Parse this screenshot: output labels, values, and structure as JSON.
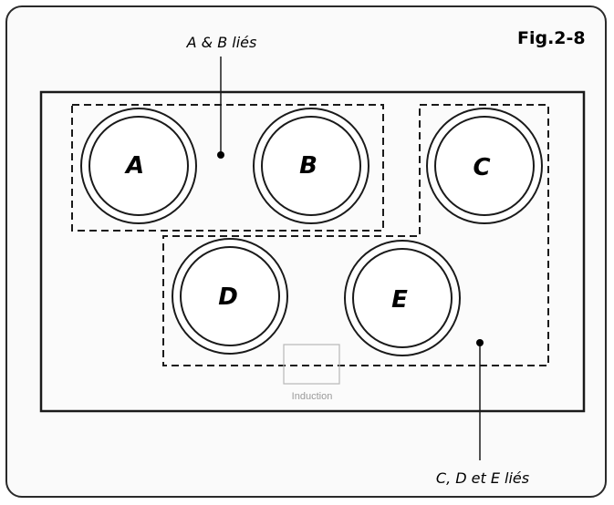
{
  "figure": {
    "title": "Fig.2-8"
  },
  "groups": {
    "ab_label": "A & B liés",
    "cde_label": "C, D et E liés"
  },
  "zones": [
    {
      "id": "A",
      "label": "A"
    },
    {
      "id": "B",
      "label": "B"
    },
    {
      "id": "C",
      "label": "C"
    },
    {
      "id": "D",
      "label": "D"
    },
    {
      "id": "E",
      "label": "E"
    }
  ],
  "induction_label": "Induction"
}
